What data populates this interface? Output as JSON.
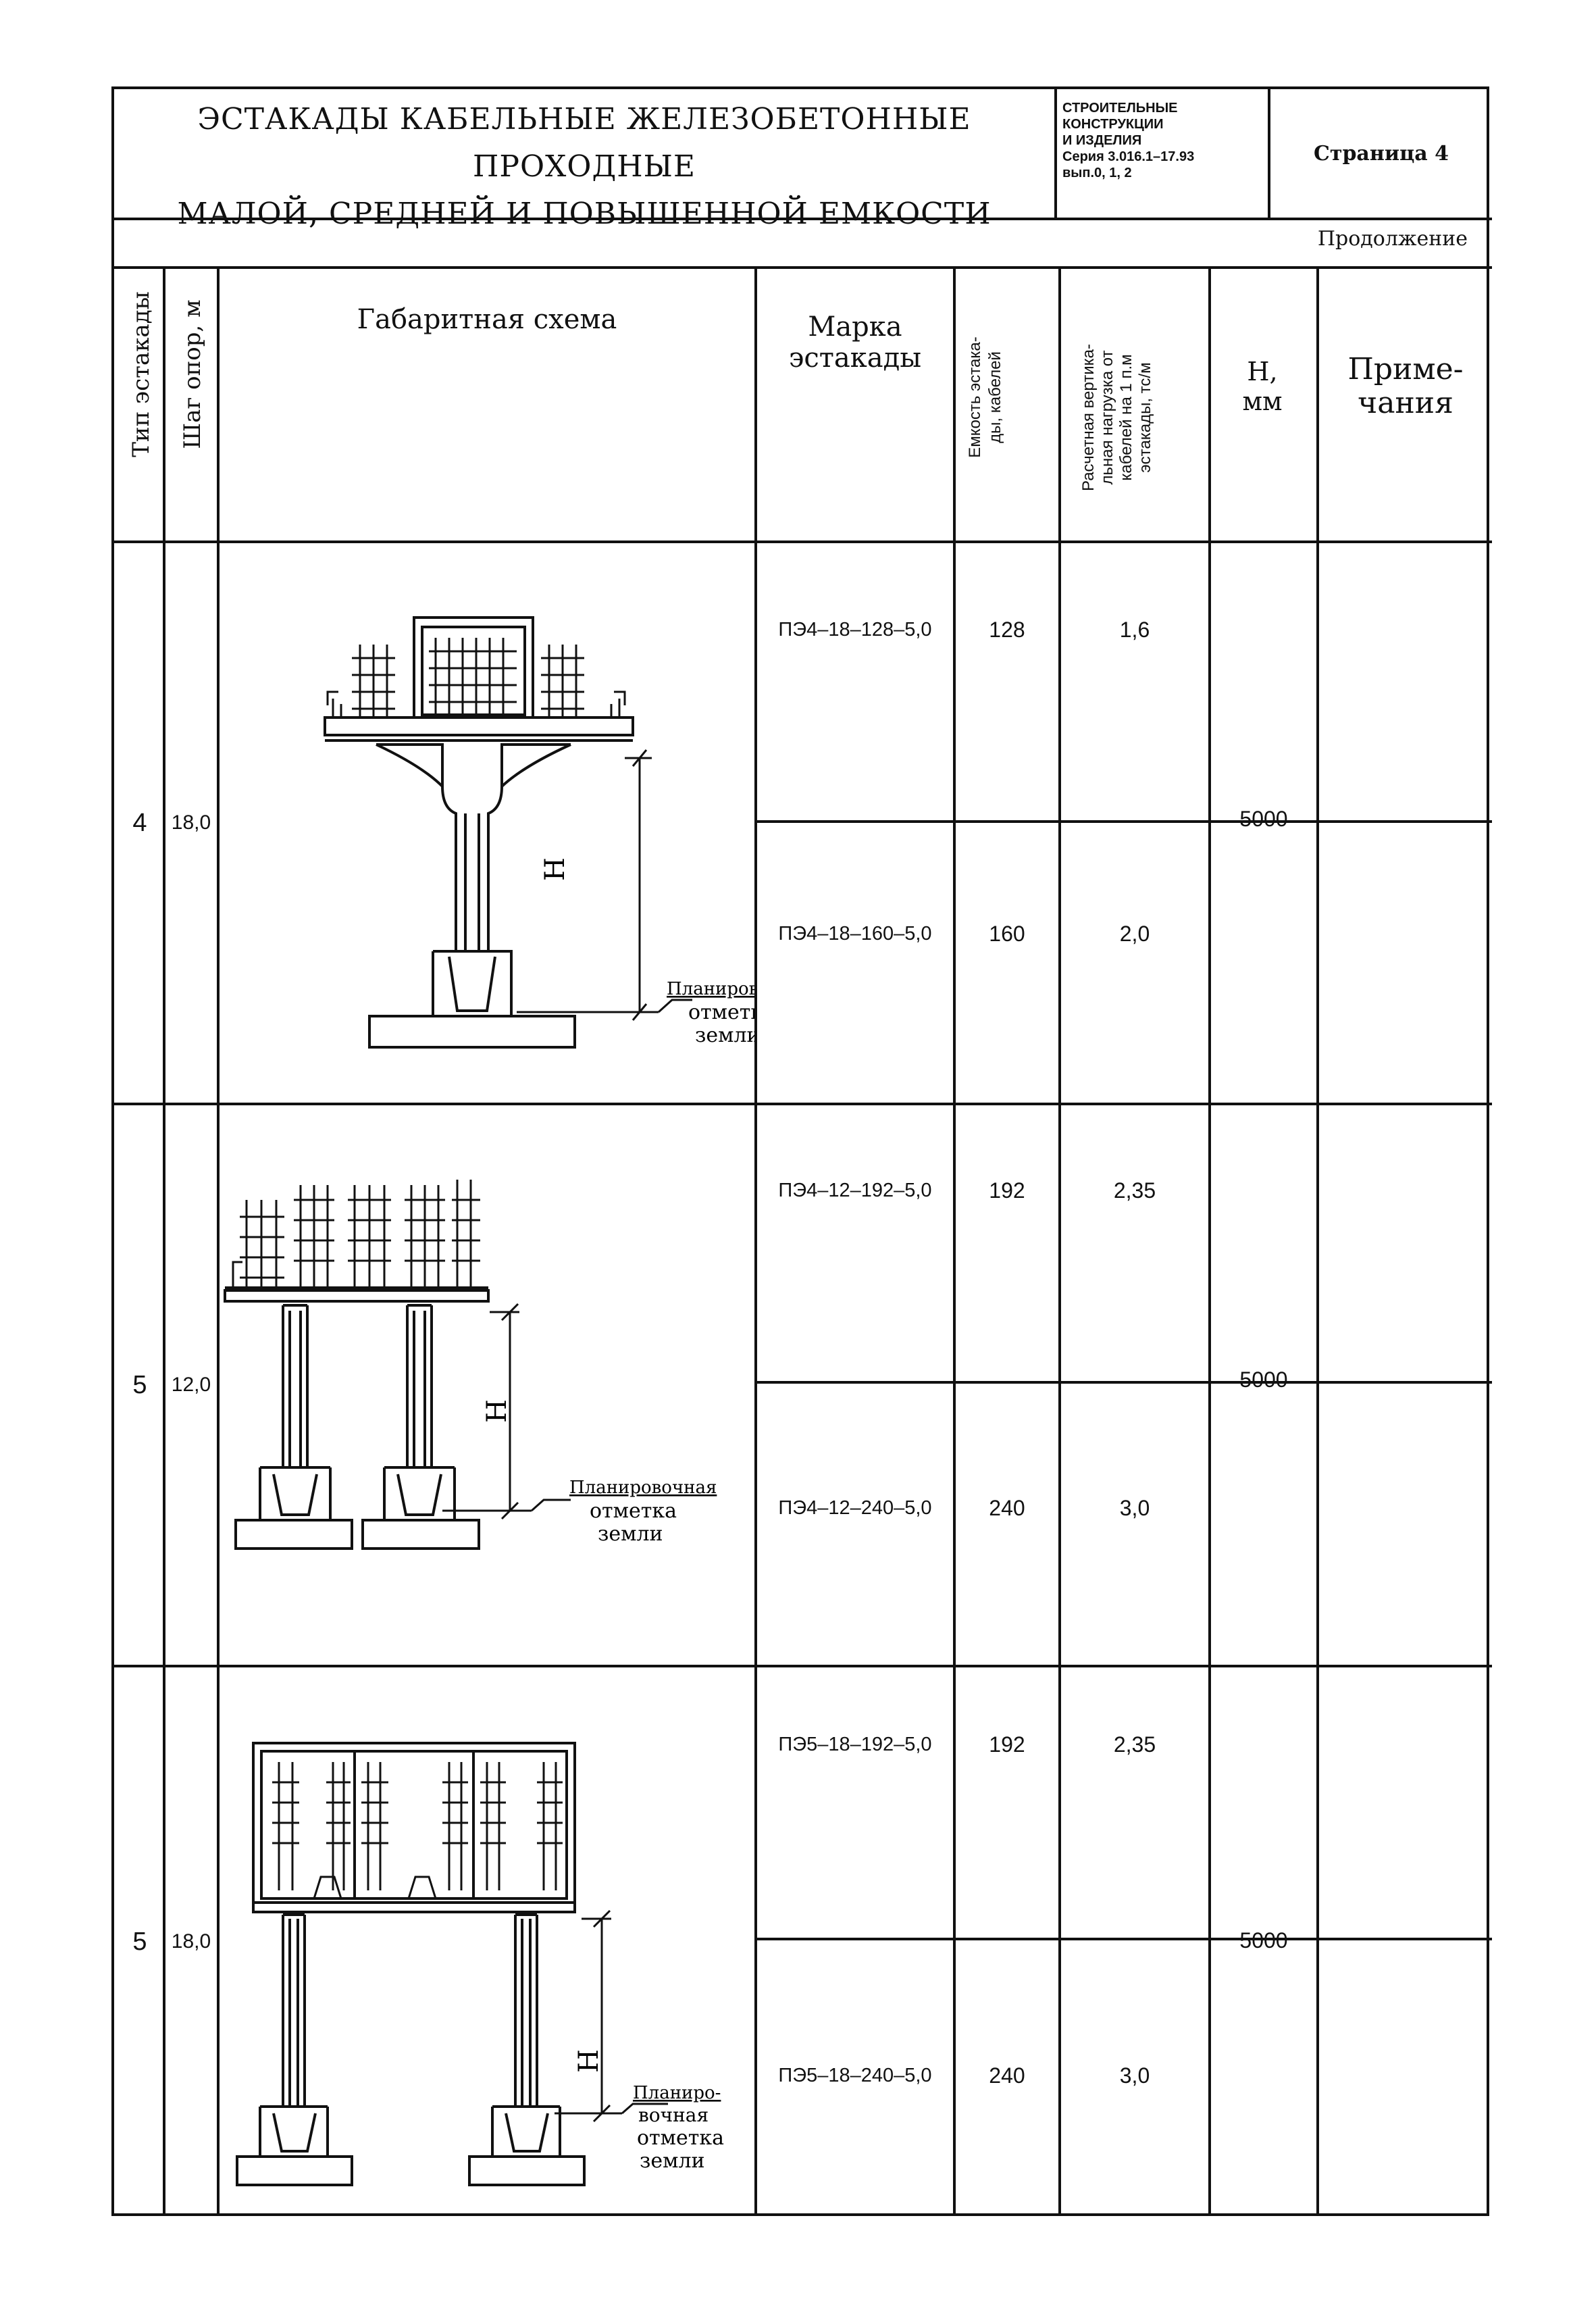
{
  "header": {
    "title_line1": "ЭСТАКАДЫ КАБЕЛЬНЫЕ ЖЕЛЕЗОБЕТОННЫЕ ПРОХОДНЫЕ",
    "title_line2": "МАЛОЙ, СРЕДНЕЙ И ПОВЫШЕННОЙ ЕМКОСТИ",
    "series_line1": "СТРОИТЕЛЬНЫЕ",
    "series_line2": "КОНСТРУКЦИИ",
    "series_line3": "И ИЗДЕЛИЯ",
    "series_line4": "Серия 3.016.1–17.93",
    "series_line5": "вып.0, 1, 2",
    "page": "Страница 4",
    "continuation": "Продолжение"
  },
  "columns": {
    "type": "Тип эстакады",
    "span": "Шаг опор, м",
    "scheme": "Габаритная схема",
    "mark": "Марка эстакады",
    "capacity_line1": "Емкость эстака-",
    "capacity_line2": "ды, кабелей",
    "load_line1": "Расчетная вертика-",
    "load_line2": "льная нагрузка от",
    "load_line3": "кабелей на 1 п.м",
    "load_line4": "эстакады, тс/м",
    "h": "Н, мм",
    "notes": "Приме-\nчания"
  },
  "groups": [
    {
      "type": "4",
      "span": "18,0",
      "h": "5000",
      "h_label": "Н",
      "ground_line1": "Планировочная",
      "ground_line2": "отметка",
      "ground_line3": "земли",
      "rows": [
        {
          "mark": "ПЭ4–18–128–5,0",
          "capacity": "128",
          "load": "1,6"
        },
        {
          "mark": "ПЭ4–18–160–5,0",
          "capacity": "160",
          "load": "2,0"
        }
      ]
    },
    {
      "type": "5",
      "span": "12,0",
      "h": "5000",
      "h_label": "Н",
      "ground_line1": "Планировочная",
      "ground_line2": "отметка",
      "ground_line3": "земли",
      "rows": [
        {
          "mark": "ПЭ4–12–192–5,0",
          "capacity": "192",
          "load": "2,35"
        },
        {
          "mark": "ПЭ4–12–240–5,0",
          "capacity": "240",
          "load": "3,0"
        }
      ]
    },
    {
      "type": "5",
      "span": "18,0",
      "h": "5000",
      "h_label": "Н",
      "ground_line1": "Планиро-",
      "ground_line2": "вочная",
      "ground_line3": "отметка",
      "ground_line4": "земли",
      "rows": [
        {
          "mark": "ПЭ5–18–192–5,0",
          "capacity": "192",
          "load": "2,35"
        },
        {
          "mark": "ПЭ5–18–240–5,0",
          "capacity": "240",
          "load": "3,0"
        }
      ]
    }
  ]
}
